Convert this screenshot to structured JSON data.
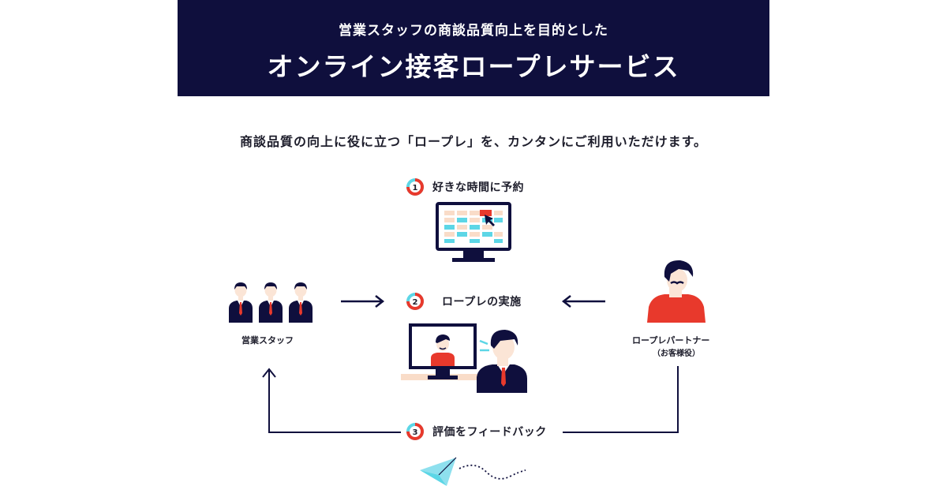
{
  "header": {
    "subtitle": "営業スタッフの商談品質向上を目的とした",
    "title": "オンライン接客ロープレサービス"
  },
  "tagline": "商談品質の向上に役に立つ「ロープレ」を、カンタンにご利用いただけます。",
  "steps": [
    {
      "number": "1",
      "label": "好きな時間に予約"
    },
    {
      "number": "2",
      "label": "ロープレの実施"
    },
    {
      "number": "3",
      "label": "評価をフィードバック"
    }
  ],
  "actors": {
    "staff": {
      "label": "営業スタッフ"
    },
    "partner": {
      "label": "ロープレパートナー",
      "sublabel": "（お客様役）"
    }
  },
  "colors": {
    "navy": "#0f0f3d",
    "accent_red": "#e8392c",
    "accent_cyan": "#5cd6e6",
    "paper_plane": "#8ee0ee",
    "skin": "#fbe5d6",
    "calendar_peach": "#f9dcc8"
  },
  "icons": [
    "staff-group-icon",
    "monitor-calendar-icon",
    "cursor-arrow-icon",
    "video-call-icon",
    "partner-person-icon",
    "paper-plane-icon",
    "arrow-right-icon",
    "arrow-left-icon",
    "feedback-loop-arrow"
  ]
}
